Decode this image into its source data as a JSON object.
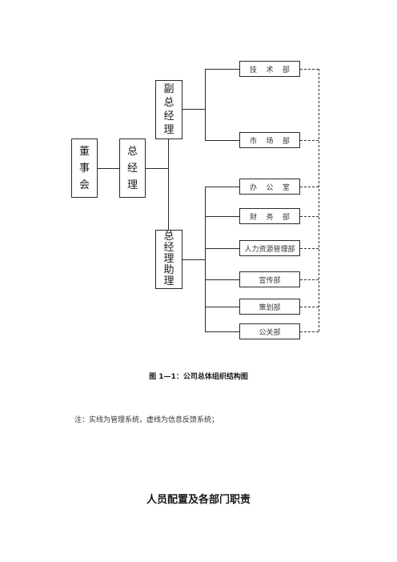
{
  "chart": {
    "board": [
      "董",
      "事",
      "会"
    ],
    "gm": [
      "总",
      "经",
      "理"
    ],
    "vice_gm": [
      "副",
      "总",
      "经",
      "理"
    ],
    "gm_assistant": [
      "总",
      "经",
      "理",
      "助",
      "理"
    ],
    "depts": {
      "tech": "技    术    部",
      "market": "市    场    部",
      "office": "办    公    室",
      "finance": "财    务    部",
      "hr": "人力资源管理部",
      "publicity": "宣传部",
      "planning": "策划部",
      "pr": "公关部"
    }
  },
  "caption": "图 1—1：公司总体组织结构图",
  "note": "注：实线为管理系统，虚线为信息反馈系统；",
  "section_heading": "人员配置及各部门职责"
}
